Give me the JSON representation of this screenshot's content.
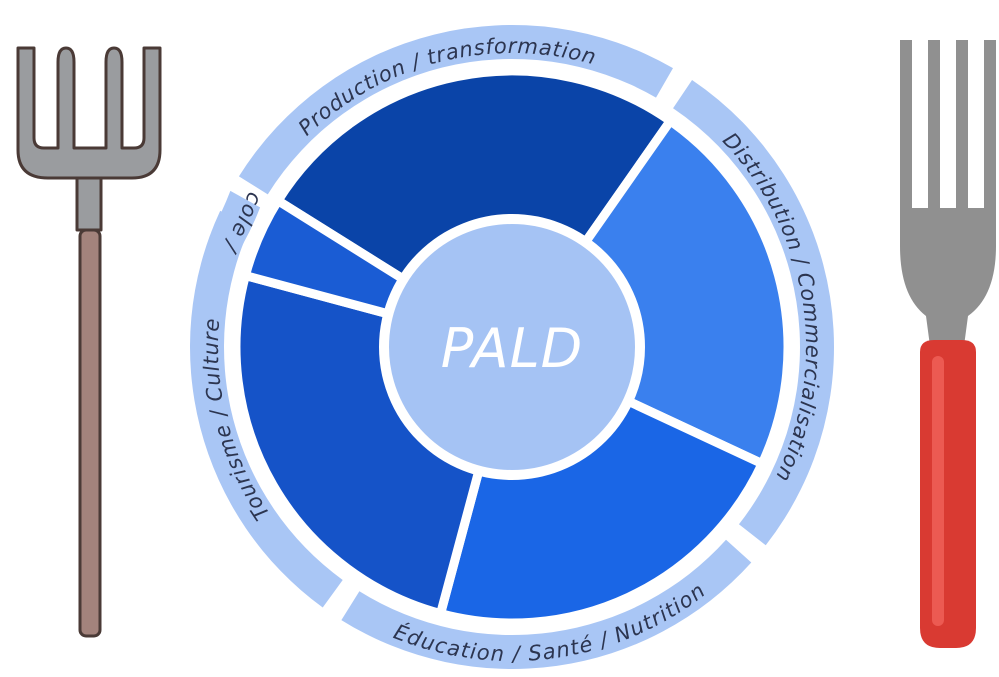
{
  "diagram": {
    "center_label": "PALD",
    "segments": [
      {
        "label": "Production / transformation",
        "color": "#0a44a8"
      },
      {
        "label": "Distribution / Commercialisation",
        "color": "#3a80ee"
      },
      {
        "label": "Éducation / Santé / Nutrition",
        "color": "#1a66e6"
      },
      {
        "label": "Tourisme / Culture",
        "color": "#1553c8"
      },
      {
        "label": "Foncier agricole / installation",
        "color": "#1a5cd4"
      }
    ]
  },
  "colors": {
    "ring": "#a9c6f5",
    "center": "#a5c3f4",
    "pitchfork_metal": "#9a9c9f",
    "pitchfork_handle": "#a3837c",
    "fork_metal": "#909090",
    "fork_handle": "#d93a32"
  },
  "icons": [
    "pitchfork-icon",
    "fork-icon"
  ]
}
